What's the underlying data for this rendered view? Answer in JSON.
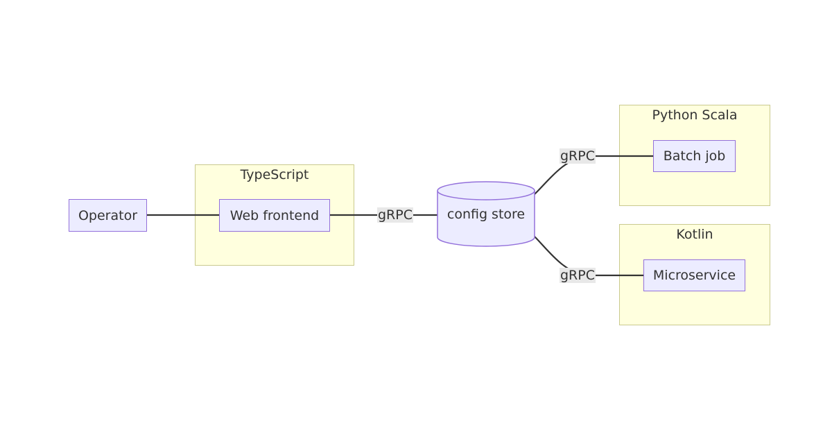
{
  "clusters": {
    "typescript": "TypeScript",
    "python_scala": "Python Scala",
    "kotlin": "Kotlin"
  },
  "nodes": {
    "operator": "Operator",
    "web_frontend": "Web frontend",
    "config_store": "config store",
    "batch_job": "Batch job",
    "microservice": "Microservice"
  },
  "edges": {
    "web_to_store": "gRPC",
    "store_to_batch": "gRPC",
    "store_to_micro": "gRPC"
  },
  "colors": {
    "node_fill": "#ececff",
    "node_stroke": "#9370db",
    "cluster_fill": "#ffffde",
    "cluster_stroke": "#c9c98e",
    "edge_stroke": "#333333",
    "edge_label_bg": "#e8e8e8"
  }
}
